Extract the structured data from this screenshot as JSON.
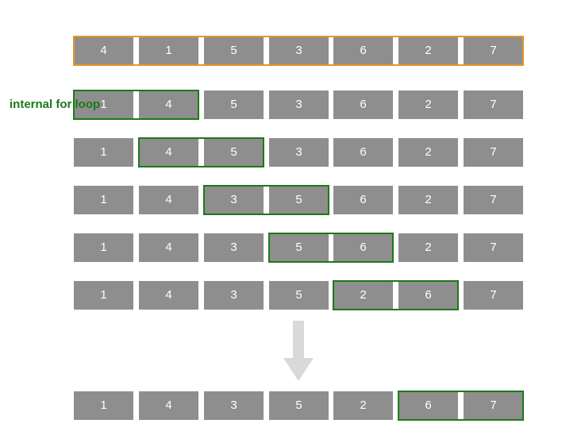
{
  "annotation": {
    "label": "internal for loop",
    "label_color": "#1a7a1a"
  },
  "colors": {
    "cell": "#8e8e8e",
    "cell_text": "#ffffff",
    "initial_frame": "#e8952a",
    "compare_frame": "#1a7a1a",
    "arrow": "#d9d9d9"
  },
  "rows": [
    {
      "kind": "initial",
      "values": [
        "4",
        "1",
        "5",
        "3",
        "6",
        "2",
        "7"
      ],
      "highlight": null
    },
    {
      "kind": "step",
      "values": [
        "1",
        "4",
        "5",
        "3",
        "6",
        "2",
        "7"
      ],
      "highlight": [
        0,
        1
      ]
    },
    {
      "kind": "step",
      "values": [
        "1",
        "4",
        "5",
        "3",
        "6",
        "2",
        "7"
      ],
      "highlight": [
        1,
        2
      ]
    },
    {
      "kind": "step",
      "values": [
        "1",
        "4",
        "3",
        "5",
        "6",
        "2",
        "7"
      ],
      "highlight": [
        2,
        3
      ]
    },
    {
      "kind": "step",
      "values": [
        "1",
        "4",
        "3",
        "5",
        "6",
        "2",
        "7"
      ],
      "highlight": [
        3,
        4
      ]
    },
    {
      "kind": "step",
      "values": [
        "1",
        "4",
        "3",
        "5",
        "2",
        "6",
        "7"
      ],
      "highlight": [
        4,
        5
      ]
    },
    {
      "kind": "result",
      "values": [
        "1",
        "4",
        "3",
        "5",
        "2",
        "6",
        "7"
      ],
      "highlight": [
        5,
        6
      ]
    }
  ],
  "arrow_icon": "down-arrow-icon"
}
